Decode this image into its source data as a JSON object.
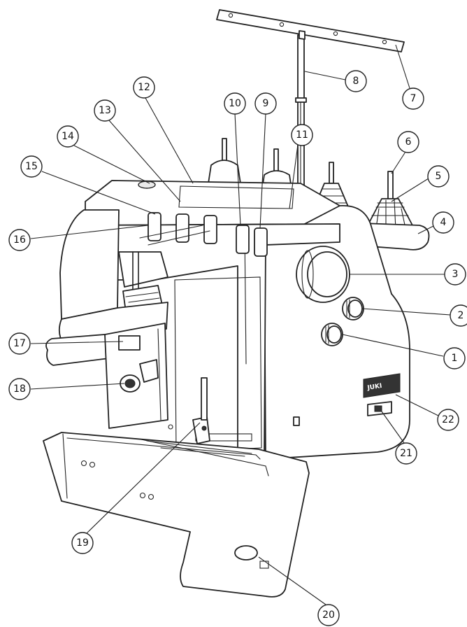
{
  "callouts": [
    {
      "id": "1",
      "label": "1"
    },
    {
      "id": "2",
      "label": "2"
    },
    {
      "id": "3",
      "label": "3"
    },
    {
      "id": "4",
      "label": "4"
    },
    {
      "id": "5",
      "label": "5"
    },
    {
      "id": "6",
      "label": "6"
    },
    {
      "id": "7",
      "label": "7"
    },
    {
      "id": "8",
      "label": "8"
    },
    {
      "id": "9",
      "label": "9"
    },
    {
      "id": "10",
      "label": "10"
    },
    {
      "id": "11",
      "label": "11"
    },
    {
      "id": "12",
      "label": "12"
    },
    {
      "id": "13",
      "label": "13"
    },
    {
      "id": "14",
      "label": "14"
    },
    {
      "id": "15",
      "label": "15"
    },
    {
      "id": "16",
      "label": "16"
    },
    {
      "id": "17",
      "label": "17"
    },
    {
      "id": "18",
      "label": "18"
    },
    {
      "id": "19",
      "label": "19"
    },
    {
      "id": "20",
      "label": "20"
    },
    {
      "id": "21",
      "label": "21"
    },
    {
      "id": "22",
      "label": "22"
    }
  ],
  "brand_logo_text": "JUKI"
}
